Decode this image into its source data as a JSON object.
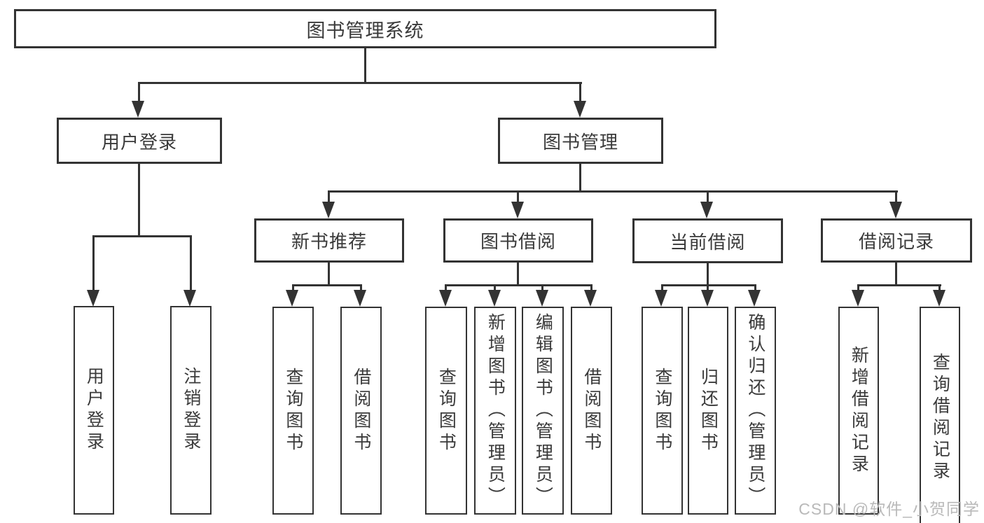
{
  "diagram_type": "hierarchy-tree",
  "tree": {
    "label": "图书管理系统",
    "children": [
      {
        "label": "用户登录",
        "children": [
          {
            "label": "用户登录"
          },
          {
            "label": "注销登录"
          }
        ]
      },
      {
        "label": "图书管理",
        "children": [
          {
            "label": "新书推荐",
            "children": [
              {
                "label": "查询图书"
              },
              {
                "label": "借阅图书"
              }
            ]
          },
          {
            "label": "图书借阅",
            "children": [
              {
                "label": "查询图书"
              },
              {
                "label": "新增图书（管理员）"
              },
              {
                "label": "编辑图书（管理员）"
              },
              {
                "label": "借阅图书"
              }
            ]
          },
          {
            "label": "当前借阅",
            "children": [
              {
                "label": "查询图书"
              },
              {
                "label": "归还图书"
              },
              {
                "label": "确认归还（管理员）"
              }
            ]
          },
          {
            "label": "借阅记录",
            "children": [
              {
                "label": "新增借阅记录"
              },
              {
                "label": "查询借阅记录"
              }
            ]
          }
        ]
      }
    ]
  },
  "watermark": {
    "text": "CSDN @软件_小贺同学"
  },
  "colors": {
    "line": "#333333",
    "text": "#3a3a3a",
    "box_background": "#ffffff",
    "watermark": "#b9b9b9",
    "background": "#ffffff"
  }
}
